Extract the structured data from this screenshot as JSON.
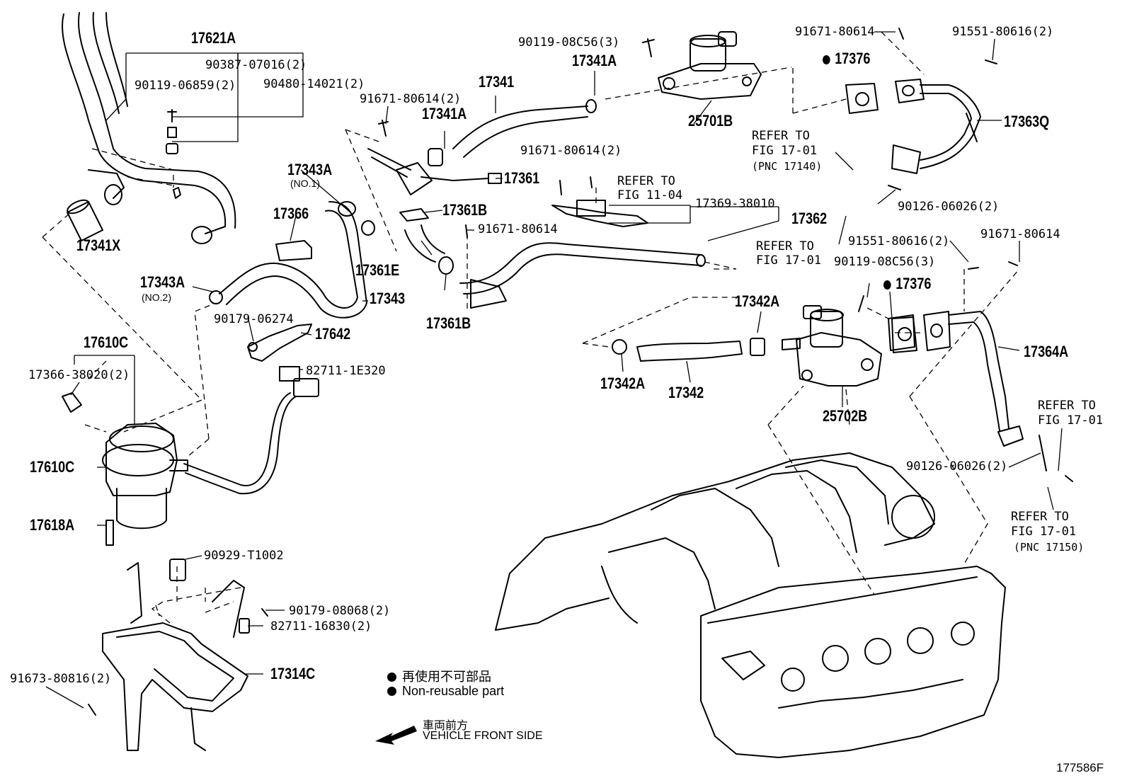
{
  "labels": {
    "p17621A": "17621A",
    "p90387": "90387-07016(2)",
    "p90119_06859": "90119-06859(2)",
    "p90480": "90480-14021(2)",
    "p17341X": "17341X",
    "p90119_08C56_top": "90119-08C56(3)",
    "p17341A_top": "17341A",
    "p25701B": "25701B",
    "p91671_top": "91671-80614",
    "p91551_top": "91551-80616(2)",
    "p17376_top": "17376",
    "p17363Q": "17363Q",
    "p91671_80614_2a": "91671-80614(2)",
    "p17341": "17341",
    "p17341A_mid": "17341A",
    "p17361": "17361",
    "p17361B_a": "17361B",
    "p17361E": "17361E",
    "p17361B_b": "17361B",
    "p91671_mid": "91671-80614",
    "p91671_80614_2b": "91671-80614(2)",
    "refer_1104_a": "REFER TO",
    "refer_1104_b": "FIG 11-04",
    "p17369": "17369-38010",
    "p17362": "17362",
    "refer_1701_a1": "REFER TO",
    "refer_1701_a2": "FIG 17-01",
    "refer_1701_a3": "(PNC 17140)",
    "p90126_a": "90126-06026(2)",
    "refer_1701_b1": "REFER TO",
    "refer_1701_b2": "FIG 17-01",
    "p91551_mid": "91551-80616(2)",
    "p91671_right": "91671-80614",
    "p90119_08C56_mid": "90119-08C56(3)",
    "p17376_mid": "17376",
    "p17343A_no1": "17343A",
    "no1": "(NO.1)",
    "p17366": "17366",
    "p17343A_no2": "17343A",
    "no2": "(NO.2)",
    "p17343": "17343",
    "p90179_06274": "90179-06274",
    "p17642": "17642",
    "p82711_1E320": "82711-1E320",
    "p17610C_top": "17610C",
    "p17366_38020": "17366-38020(2)",
    "p17610C_left": "17610C",
    "p17618A": "17618A",
    "p17342A_a": "17342A",
    "p17342A_b": "17342A",
    "p17342": "17342",
    "p25702B": "25702B",
    "p17364A": "17364A",
    "refer_1701_c1": "REFER TO",
    "refer_1701_c2": "FIG 17-01",
    "p90126_b": "90126-06026(2)",
    "refer_1701_d1": "REFER TO",
    "refer_1701_d2": "FIG 17-01",
    "refer_1701_d3": "(PNC 17150)",
    "p90929": "90929-T1002",
    "p90179_08068": "90179-08068(2)",
    "p82711_16830": "82711-16830(2)",
    "p17314C": "17314C",
    "p91673": "91673-80816(2)",
    "figno": "177586F"
  },
  "legend": {
    "jp": "再使用不可部品",
    "en": "Non-reusable part",
    "front_jp": "車両前方",
    "front_en": "VEHICLE FRONT SIDE"
  },
  "icons": [
    "non-reusable-dot-icon",
    "front-arrow-icon"
  ]
}
